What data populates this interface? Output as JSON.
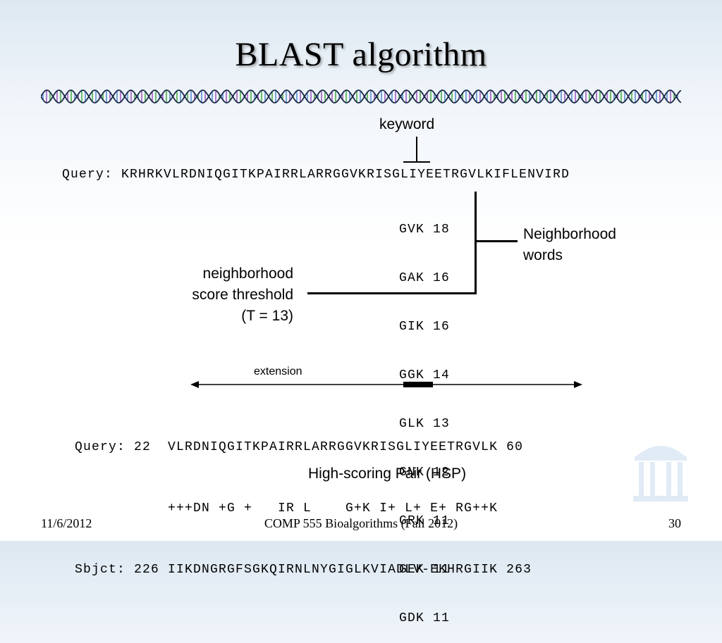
{
  "slide": {
    "title": "BLAST algorithm",
    "keyword_label": "keyword",
    "query_line": "Query: KRHRKVLRDNIQGITKPAIRRLARRGGVKRISGLIYEETRGVLKIFLENVIRD",
    "neighborhood_words": [
      "GVK 18",
      "GAK 16",
      "GIK 16",
      "GGK 14",
      "GLK 13",
      "GNK 12",
      "GRK 11",
      "GEK 11",
      "GDK 11"
    ],
    "neighborhood_words_label": [
      "Neighborhood",
      "words"
    ],
    "threshold_label": [
      "neighborhood",
      "score threshold",
      "(T = 13)"
    ],
    "extension_label": "extension",
    "alignment": {
      "query": "Query: 22  VLRDNIQGITKPAIRRLARRGGVKRISGLIYEETRGVLK 60",
      "match": "           +++DN +G +   IR L    G+K I+ L+ E+ RG++K",
      "subject": "Sbjct: 226 IIKDNGRGFSGKQIRNLNYGIGLKVIADLV-EKHRGIIK 263"
    },
    "hsp_label": "High-scoring Pair (HSP)"
  },
  "footer": {
    "date": "11/6/2012",
    "course": "COMP 555 Bioalgorithms (Fall 2012)",
    "page": "30"
  },
  "colors": {
    "helix_a": "#5b8fd1",
    "helix_b": "#a25fc2",
    "helix_c": "#4cae4c"
  }
}
